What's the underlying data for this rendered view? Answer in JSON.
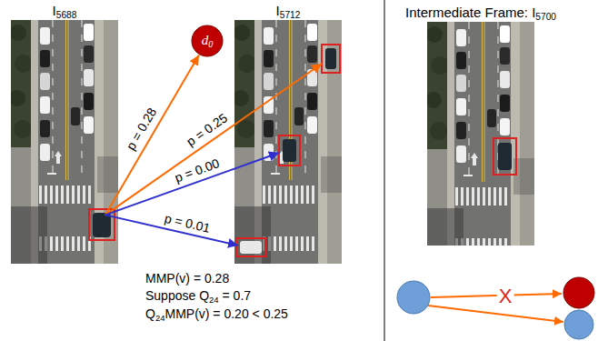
{
  "diagram": {
    "nodes": [
      {
        "text": [
          "I5688"
        ]
      },
      {
        "text": [
          "d0"
        ]
      },
      {
        "text": [
          "I5712"
        ]
      },
      {
        "text": [
          "Intermediate Frame: I5700"
        ]
      }
    ],
    "edges": [
      {
        "from": 0,
        "to": 1,
        "arrow": "to",
        "label": "p = 0.28"
      },
      {
        "from": 0,
        "to": 2,
        "arrow": "to",
        "label": "p = 0.25"
      },
      {
        "from": 0,
        "to": 2,
        "arrow": "to",
        "label": "p = 0.00"
      },
      {
        "from": 0,
        "to": 2,
        "arrow": "to",
        "label": "p = 0.01"
      }
    ],
    "labels": [
      "MMP(v) = 0.28",
      "Suppose Q24 = 0.7",
      "Q24MMP(v) = 0.20 < 0.25",
      "X"
    ]
  }
}
